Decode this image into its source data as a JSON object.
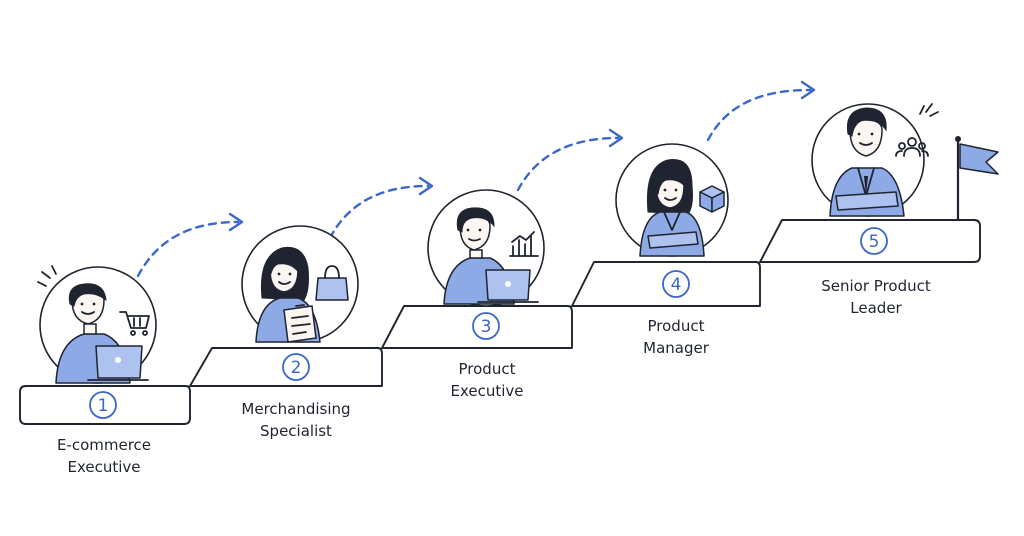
{
  "diagram": {
    "steps": [
      {
        "number": "1",
        "title_lines": [
          "E-commerce",
          "Executive"
        ],
        "icon": "shopping-cart-icon",
        "figure": "man-at-laptop"
      },
      {
        "number": "2",
        "title_lines": [
          "Merchandising",
          "Specialist"
        ],
        "icon": "shopping-bag-icon",
        "figure": "woman-with-clipboard"
      },
      {
        "number": "3",
        "title_lines": [
          "Product",
          "Executive"
        ],
        "icon": "bar-chart-icon",
        "figure": "man-at-laptop"
      },
      {
        "number": "4",
        "title_lines": [
          "Product",
          "Manager"
        ],
        "icon": "box-icon",
        "figure": "woman-arms-crossed"
      },
      {
        "number": "5",
        "title_lines": [
          "Senior Product",
          "Leader"
        ],
        "icon": "team-icon",
        "figure": "man-in-suit"
      }
    ],
    "colors": {
      "accent": "#3b67c8",
      "figure_fill": "#8eaae6",
      "outline": "#1f2430",
      "background": "#ffffff"
    },
    "end_marker_icon": "flag-icon",
    "connector_style": "dashed-arrow"
  }
}
